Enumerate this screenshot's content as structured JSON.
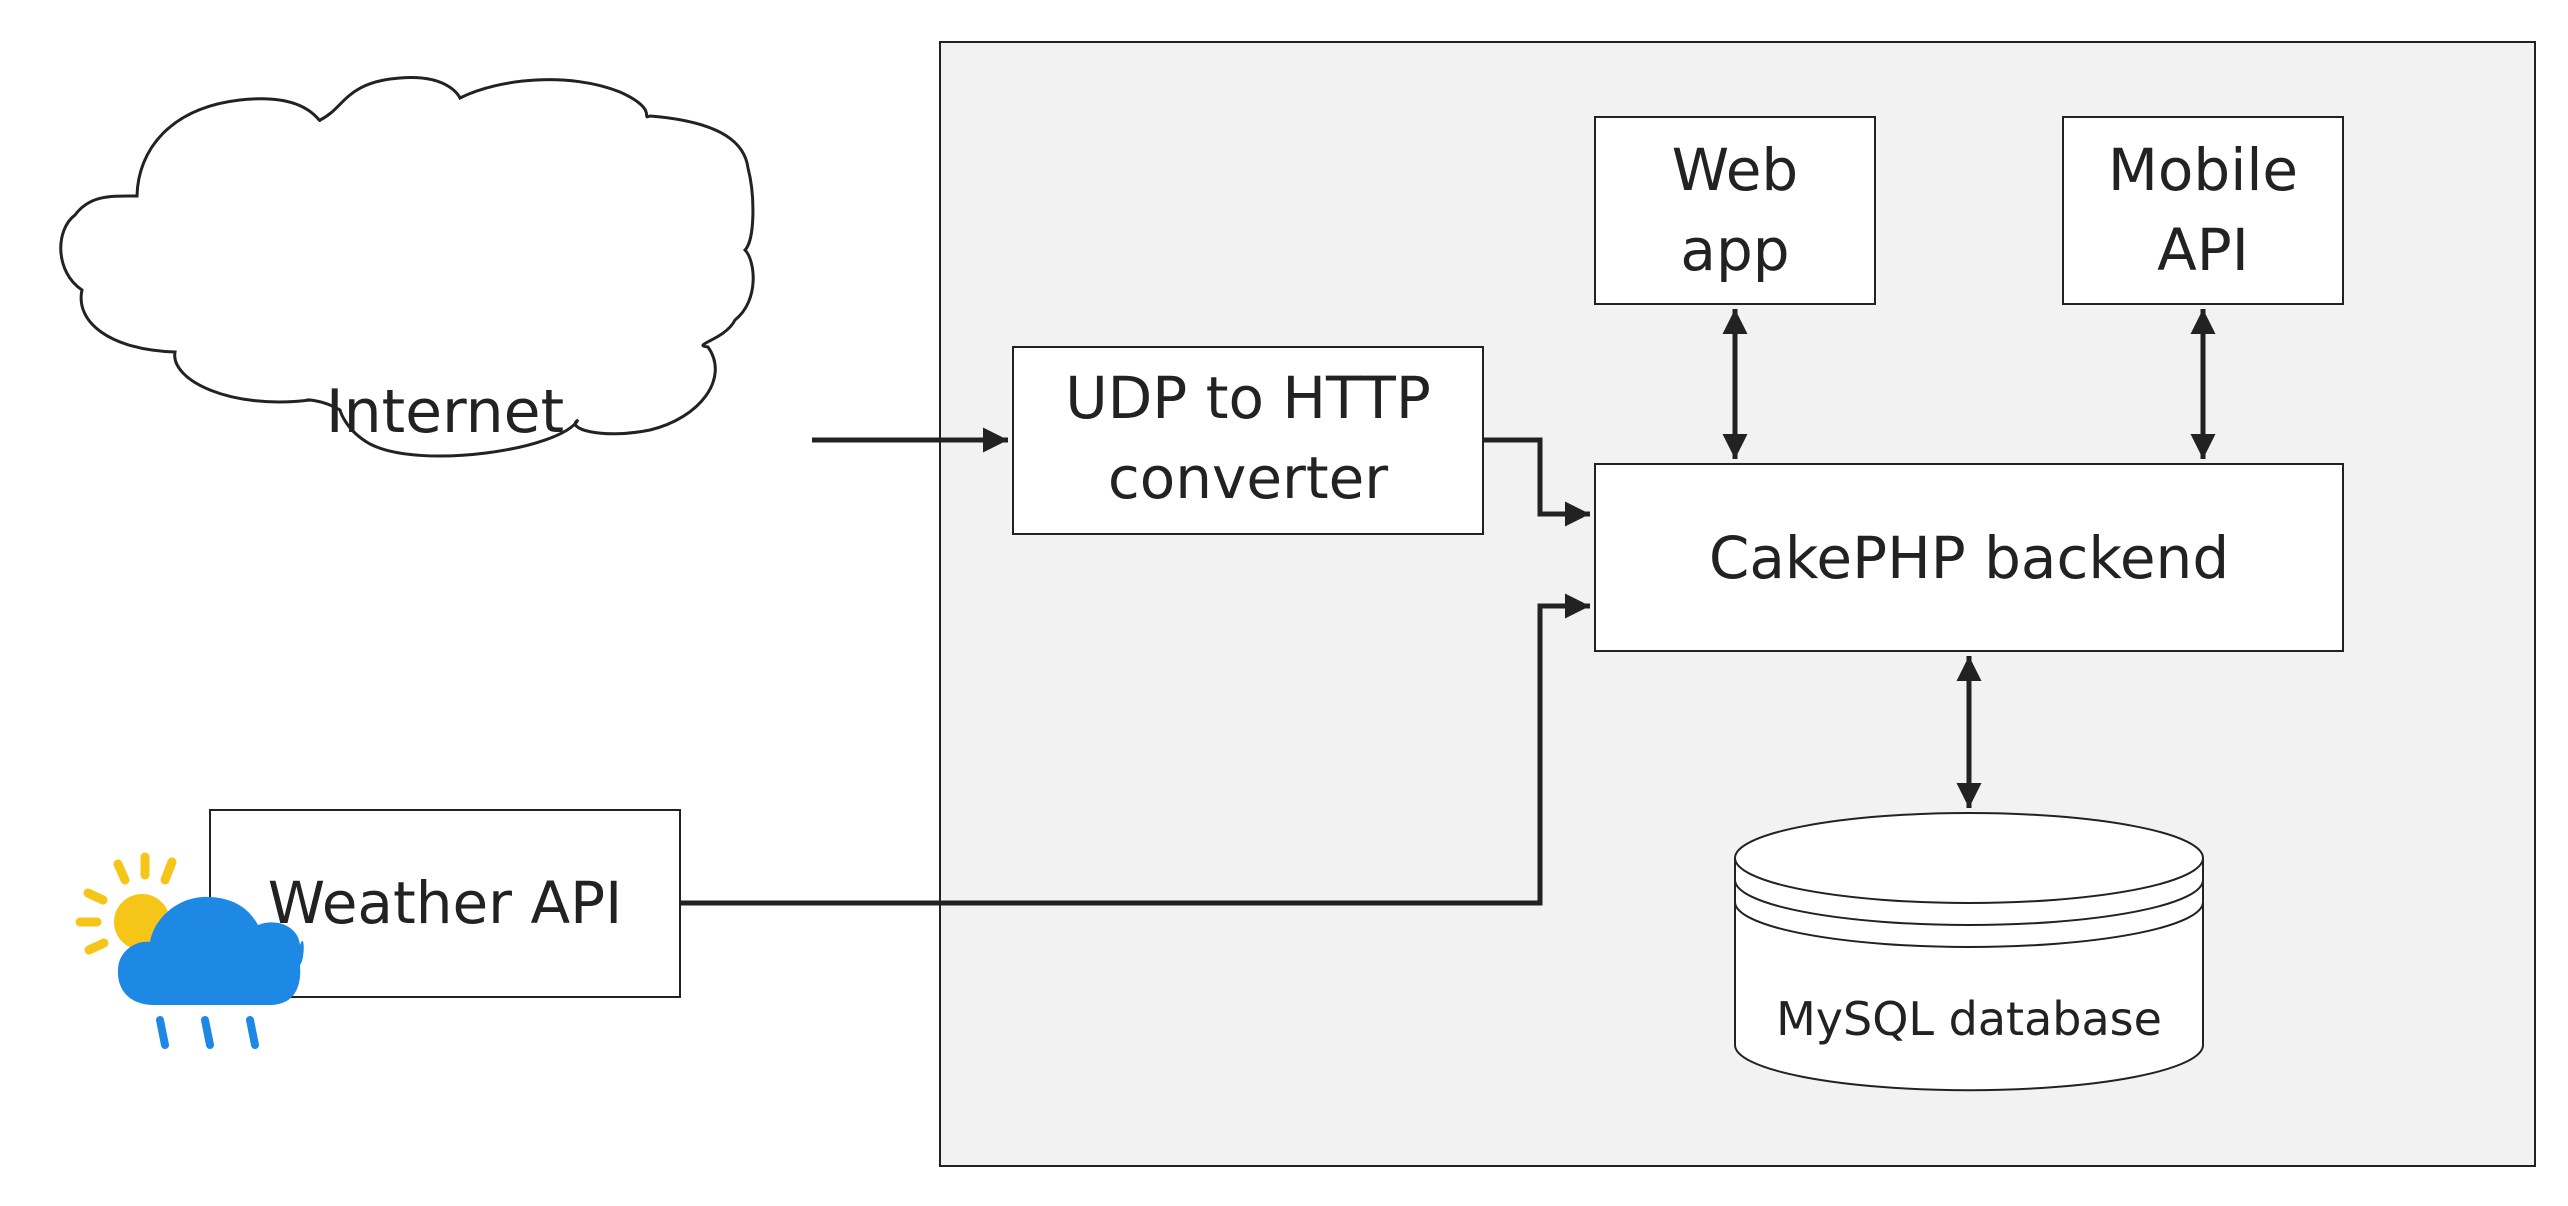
{
  "diagram": {
    "nodes": {
      "internet": {
        "label": "Internet",
        "shape": "cloud"
      },
      "udp_converter": {
        "label_lines": [
          "UDP to HTTP",
          "converter"
        ],
        "shape": "box"
      },
      "web_app": {
        "label_lines": [
          "Web",
          "app"
        ],
        "shape": "box"
      },
      "mobile_api": {
        "label_lines": [
          "Mobile",
          "API"
        ],
        "shape": "box"
      },
      "cakephp_backend": {
        "label": "CakePHP backend",
        "shape": "box"
      },
      "mysql_database": {
        "label": "MySQL database",
        "shape": "cylinder"
      },
      "weather_api": {
        "label": "Weather API",
        "shape": "box",
        "icon": "weather-sun-cloud-rain-icon"
      }
    },
    "edges": [
      {
        "from": "internet",
        "to": "udp_converter",
        "direction": "forward"
      },
      {
        "from": "udp_converter",
        "to": "cakephp_backend",
        "direction": "forward"
      },
      {
        "from": "weather_api",
        "to": "cakephp_backend",
        "direction": "forward"
      },
      {
        "from": "web_app",
        "to": "cakephp_backend",
        "direction": "both"
      },
      {
        "from": "mobile_api",
        "to": "cakephp_backend",
        "direction": "both"
      },
      {
        "from": "cakephp_backend",
        "to": "mysql_database",
        "direction": "both"
      }
    ],
    "colors": {
      "system_boundary_fill": "#f2f2f2",
      "node_fill": "#ffffff",
      "stroke": "#222222",
      "icon_sun": "#f5c518",
      "icon_cloud": "#1e88e5"
    }
  }
}
